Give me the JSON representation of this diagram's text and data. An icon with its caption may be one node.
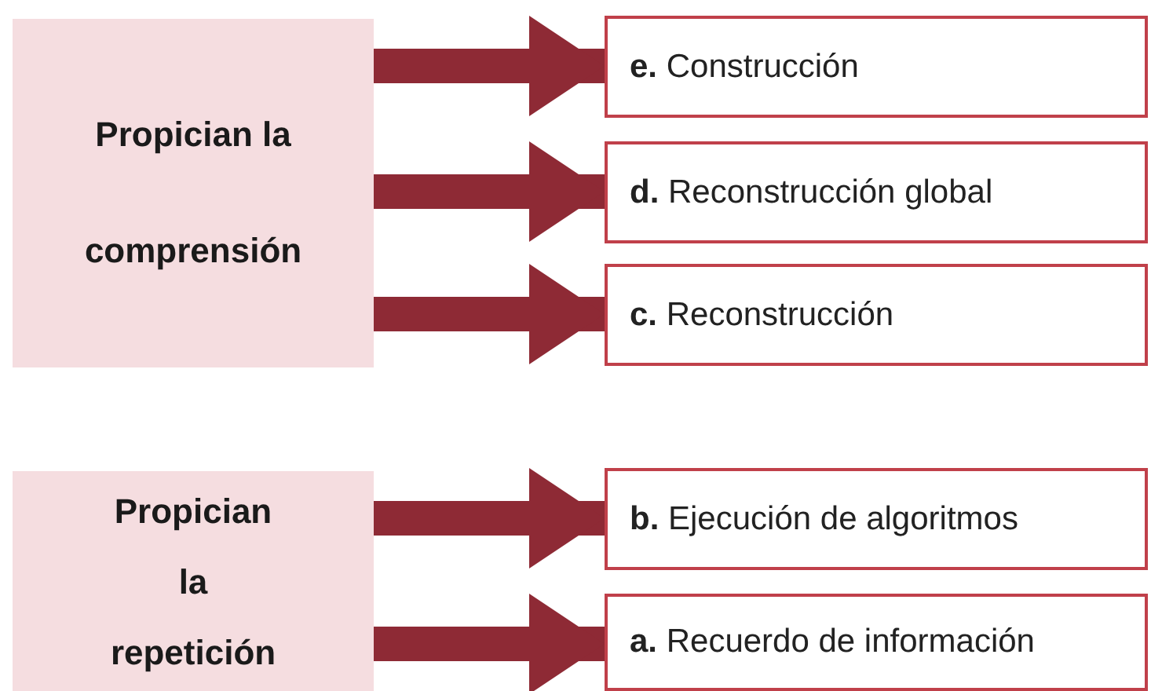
{
  "diagram": {
    "nodes": [
      {
        "text": [
          "Propician la comprensión"
        ]
      },
      {
        "text": [
          "**e.** Construcción"
        ]
      },
      {
        "text": [
          "**d.** Reconstrucción global"
        ]
      },
      {
        "text": [
          "**c.** Reconstrucción"
        ]
      },
      {
        "text": [
          "Propician la repetición"
        ]
      },
      {
        "text": [
          "**b.** Ejecución de algoritmos"
        ]
      },
      {
        "text": [
          "**a.** Recuerdo de información"
        ]
      }
    ],
    "edges": [
      {
        "from": 0,
        "to": 1,
        "arrow": "to"
      },
      {
        "from": 0,
        "to": 2,
        "arrow": "to"
      },
      {
        "from": 0,
        "to": 3,
        "arrow": "to"
      },
      {
        "from": 4,
        "to": 5,
        "arrow": "to"
      },
      {
        "from": 4,
        "to": 6,
        "arrow": "to"
      }
    ]
  }
}
